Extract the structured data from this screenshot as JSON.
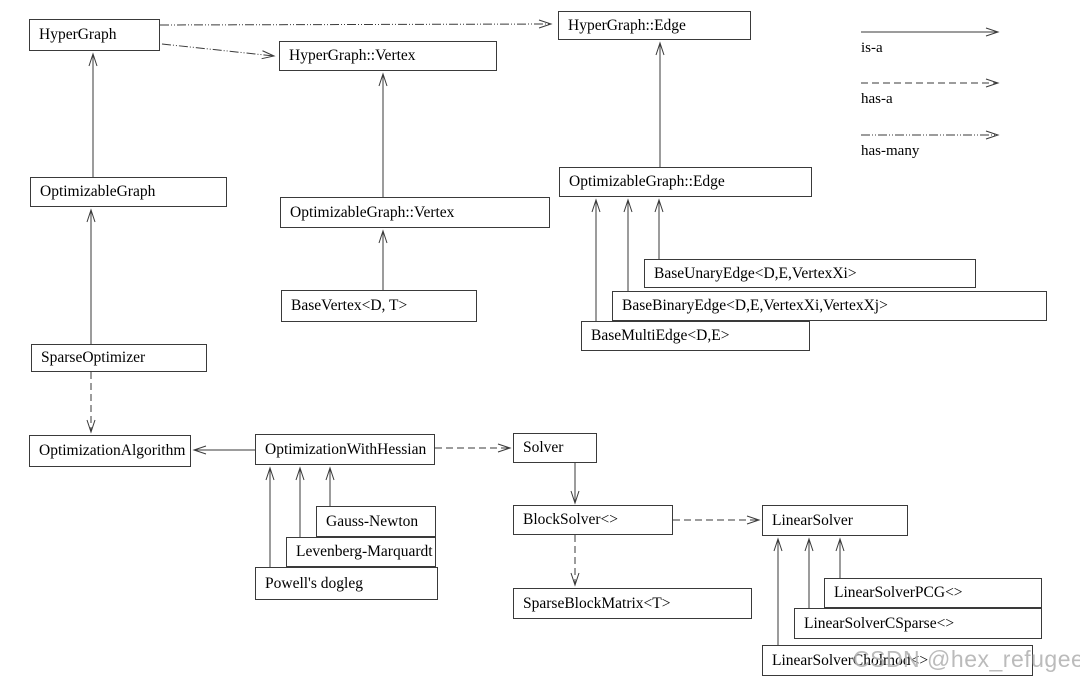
{
  "nodes": [
    {
      "id": "hypergraph",
      "label": "HyperGraph"
    },
    {
      "id": "hypergraph-vertex",
      "label": "HyperGraph::Vertex"
    },
    {
      "id": "hypergraph-edge",
      "label": "HyperGraph::Edge"
    },
    {
      "id": "optimizablegraph",
      "label": "OptimizableGraph"
    },
    {
      "id": "optimizablegraph-vertex",
      "label": "OptimizableGraph::Vertex"
    },
    {
      "id": "optimizablegraph-edge",
      "label": "OptimizableGraph::Edge"
    },
    {
      "id": "basevertex",
      "label": "BaseVertex<D, T>"
    },
    {
      "id": "baseunaryedge",
      "label": "BaseUnaryEdge<D,E,VertexXi>"
    },
    {
      "id": "basebinaryedge",
      "label": "BaseBinaryEdge<D,E,VertexXi,VertexXj>"
    },
    {
      "id": "basemultiedge",
      "label": "BaseMultiEdge<D,E>"
    },
    {
      "id": "sparseoptimizer",
      "label": "SparseOptimizer"
    },
    {
      "id": "optimizationalgorithm",
      "label": "OptimizationAlgorithm"
    },
    {
      "id": "optimizationwithhessian",
      "label": "OptimizationWithHessian"
    },
    {
      "id": "gauss-newton",
      "label": "Gauss-Newton"
    },
    {
      "id": "levenberg-marquardt",
      "label": "Levenberg-Marquardt"
    },
    {
      "id": "powells-dogleg",
      "label": "Powell's dogleg"
    },
    {
      "id": "solver",
      "label": "Solver"
    },
    {
      "id": "blocksolver",
      "label": "BlockSolver<>"
    },
    {
      "id": "sparseblockmatrix",
      "label": "SparseBlockMatrix<T>"
    },
    {
      "id": "linearsolver",
      "label": "LinearSolver"
    },
    {
      "id": "linearsolverpcg",
      "label": "LinearSolverPCG<>"
    },
    {
      "id": "linearsolvercsparse",
      "label": "LinearSolverCSparse<>"
    },
    {
      "id": "linearsolvercholmod",
      "label": "LinearSolverCholmod<>"
    }
  ],
  "legend": {
    "is_a": "is-a",
    "has_a": "has-a",
    "has_many": "has-many"
  },
  "watermark": "CSDN @hex_refugeeeee",
  "relationships": [
    {
      "type": "is-a",
      "from": "OptimizableGraph",
      "to": "HyperGraph"
    },
    {
      "type": "is-a",
      "from": "SparseOptimizer",
      "to": "OptimizableGraph"
    },
    {
      "type": "is-a",
      "from": "OptimizableGraph::Vertex",
      "to": "HyperGraph::Vertex"
    },
    {
      "type": "is-a",
      "from": "BaseVertex<D, T>",
      "to": "OptimizableGraph::Vertex"
    },
    {
      "type": "is-a",
      "from": "OptimizableGraph::Edge",
      "to": "HyperGraph::Edge"
    },
    {
      "type": "is-a",
      "from": "BaseUnaryEdge<D,E,VertexXi>",
      "to": "OptimizableGraph::Edge"
    },
    {
      "type": "is-a",
      "from": "BaseBinaryEdge<D,E,VertexXi,VertexXj>",
      "to": "OptimizableGraph::Edge"
    },
    {
      "type": "is-a",
      "from": "BaseMultiEdge<D,E>",
      "to": "OptimizableGraph::Edge"
    },
    {
      "type": "is-a",
      "from": "OptimizationWithHessian",
      "to": "OptimizationAlgorithm"
    },
    {
      "type": "is-a",
      "from": "Gauss-Newton",
      "to": "OptimizationWithHessian"
    },
    {
      "type": "is-a",
      "from": "Levenberg-Marquardt",
      "to": "OptimizationWithHessian"
    },
    {
      "type": "is-a",
      "from": "Powell's dogleg",
      "to": "OptimizationWithHessian"
    },
    {
      "type": "is-a",
      "from": "Solver",
      "to": "BlockSolver<>"
    },
    {
      "type": "is-a",
      "from": "LinearSolverPCG<>",
      "to": "LinearSolver"
    },
    {
      "type": "is-a",
      "from": "LinearSolverCSparse<>",
      "to": "LinearSolver"
    },
    {
      "type": "is-a",
      "from": "LinearSolverCholmod<>",
      "to": "LinearSolver"
    },
    {
      "type": "has-a",
      "from": "SparseOptimizer",
      "to": "OptimizationAlgorithm"
    },
    {
      "type": "has-a",
      "from": "OptimizationWithHessian",
      "to": "Solver"
    },
    {
      "type": "has-a",
      "from": "BlockSolver<>",
      "to": "SparseBlockMatrix<T>"
    },
    {
      "type": "has-a",
      "from": "BlockSolver<>",
      "to": "LinearSolver"
    },
    {
      "type": "has-many",
      "from": "HyperGraph",
      "to": "HyperGraph::Edge"
    },
    {
      "type": "has-many",
      "from": "HyperGraph",
      "to": "HyperGraph::Vertex"
    }
  ],
  "colors": {
    "line": "#3a3a3a",
    "box_border": "#3a3a3a",
    "text": "#000000",
    "watermark": "#b4b4b4",
    "background": "#ffffff"
  }
}
